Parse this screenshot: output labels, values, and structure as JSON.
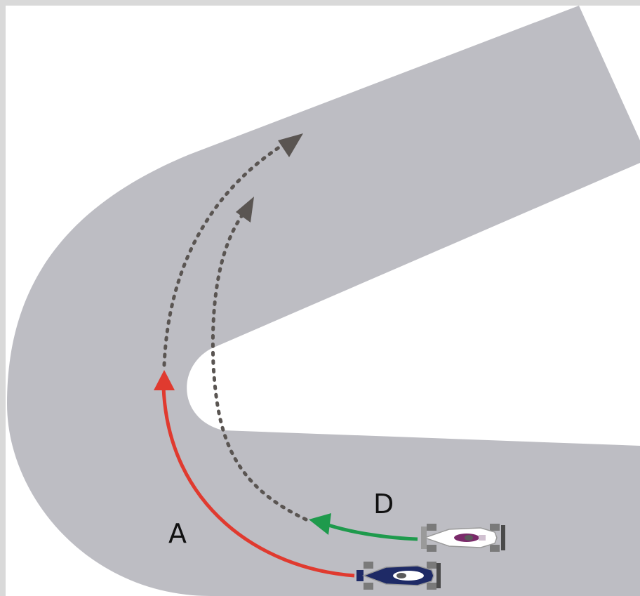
{
  "labels": {
    "a": "A",
    "d": "D"
  },
  "colors": {
    "frame": "#d9d9d9",
    "track": "#bdbdc3",
    "line_a": "#e03a2f",
    "line_d": "#1e9a4c",
    "dotted": "#5a5552",
    "car_white": "#ffffff",
    "car_navy": "#1e2a66",
    "car_purple": "#7a2a6a",
    "car_tyre": "#6b6b6b"
  },
  "icons": {
    "arrow_head": "triangle",
    "car": "formula-car-top-view"
  }
}
